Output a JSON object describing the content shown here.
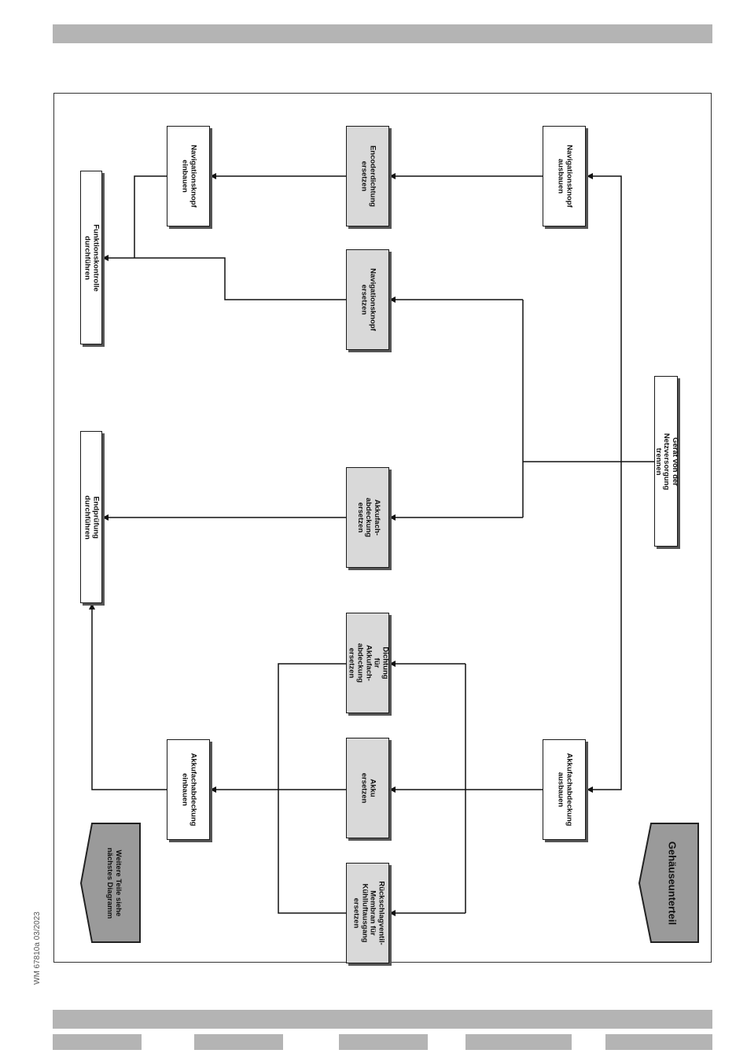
{
  "document": {
    "id": "WM 67810a 03/2023"
  },
  "title": "Gehäuseunterteil",
  "continuation": "Weitere Teile siehe\nnächstes Diagramm",
  "steps": {
    "disconnect": "Gerät von der Netzversorgung trennen",
    "nav_knob_remove": "Navigationsknopf\nausbauen",
    "encoder_seal": "Encoderdichtung\nersetzen",
    "nav_knob_install": "Navigationsknopf\neinbauen",
    "function_check": "Funktionskontrolle durchführen",
    "nav_knob_replace": "Navigationsknopf\nersetzen",
    "battery_cover_replace": "Akkufach-\nabdeckung\nersetzen",
    "final_test": "Endprüfung durchführen",
    "battery_seal": "Dichtung für\nAkkufach-\nabdeckung\nersetzen",
    "battery_cover_remove": "Akkufachabdeckung\nausbauen",
    "battery_replace": "Akku ersetzen",
    "check_valve": "Rückschlagventil-\nMembran für\nKühlluftausgang\nersetzen",
    "battery_cover_install": "Akkufachabdeckung\neinbauen"
  }
}
